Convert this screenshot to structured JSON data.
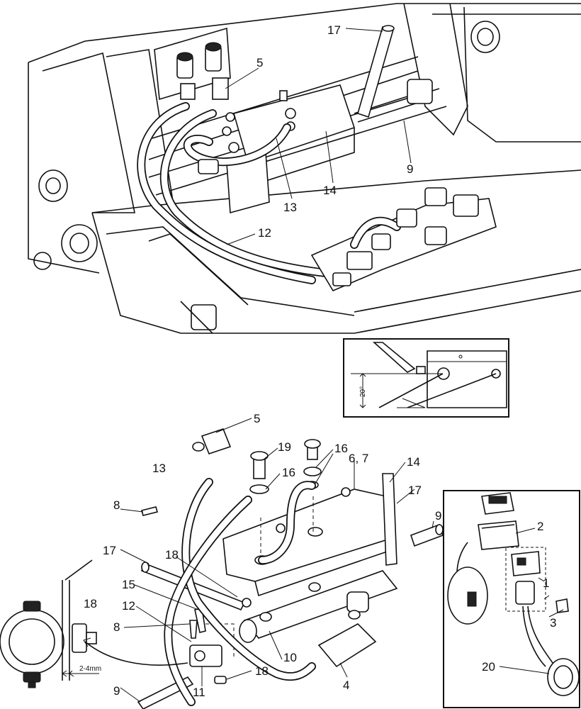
{
  "figure": {
    "callouts_top": [
      "17",
      "5",
      "9",
      "14",
      "13",
      "12"
    ],
    "inset_angle": "20°",
    "callouts_bottom": [
      "5",
      "19",
      "16",
      "6, 7",
      "14",
      "13",
      "16",
      "17",
      "8",
      "9",
      "18",
      "17",
      "15",
      "12",
      "18",
      "8",
      "10",
      "11",
      "9",
      "18",
      "4"
    ],
    "inset_gap": "2-4mm",
    "callouts_box": [
      "2",
      "1",
      "3",
      "20"
    ]
  }
}
